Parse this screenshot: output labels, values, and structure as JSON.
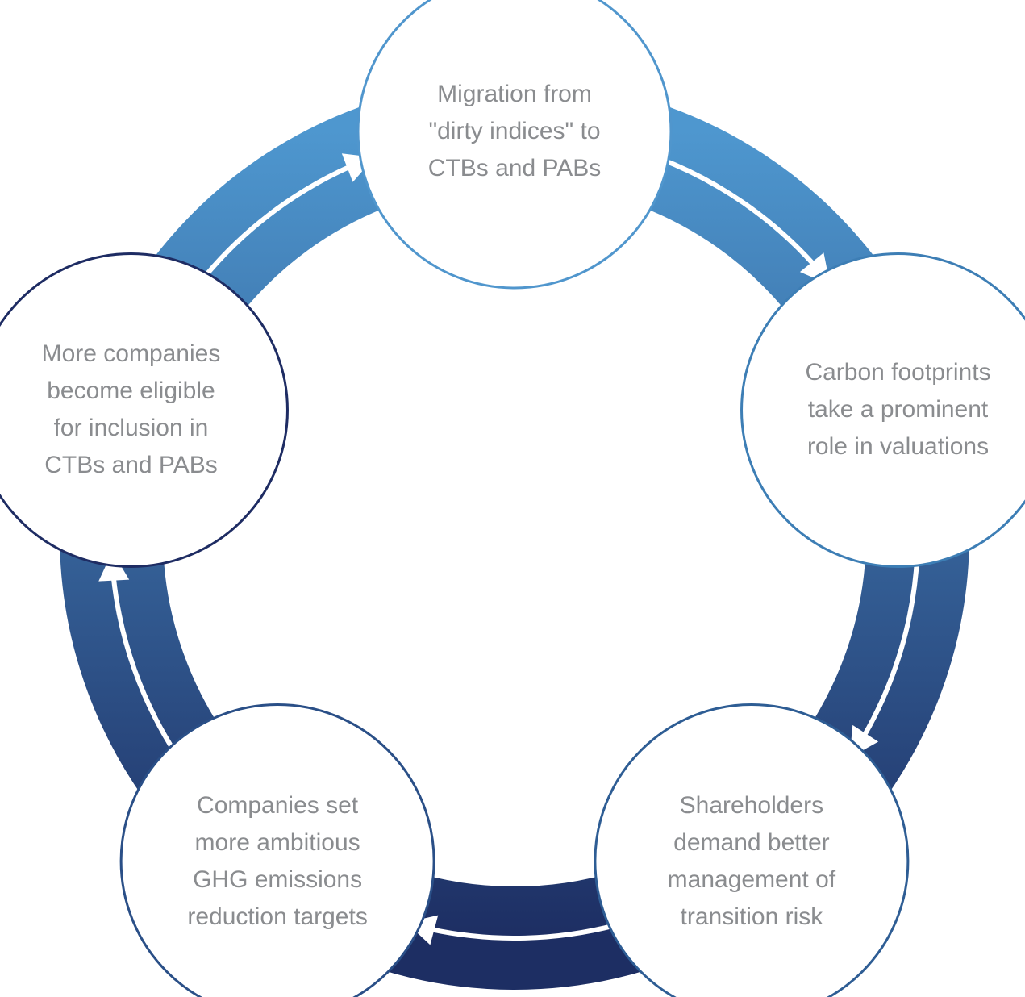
{
  "diagram": {
    "colors": {
      "ring_top": "#4e97cf",
      "ring_bottom": "#1d2e63",
      "arrow": "#ffffff",
      "node_fill": "#ffffff",
      "label_text": "#8a8c8f"
    },
    "nodes": [
      {
        "id": "migration",
        "label": "Migration from\n\"dirty indices\" to\nCTBs and PABs",
        "border_color": "#5096cd"
      },
      {
        "id": "carbon-footprints",
        "label": "Carbon footprints\ntake a prominent\nrole in valuations",
        "border_color": "#3d7eb5"
      },
      {
        "id": "shareholders",
        "label": "Shareholders\ndemand better\nmanagement of\ntransition risk",
        "border_color": "#2e5d94"
      },
      {
        "id": "companies-set",
        "label": "Companies set\nmore ambitious\nGHG emissions\nreduction targets",
        "border_color": "#2a4f87"
      },
      {
        "id": "more-companies",
        "label": "More companies\nbecome eligible\nfor inclusion in\nCTBs and PABs",
        "border_color": "#1e2c63"
      }
    ],
    "flow": [
      {
        "from": "migration",
        "to": "carbon-footprints"
      },
      {
        "from": "carbon-footprints",
        "to": "shareholders"
      },
      {
        "from": "shareholders",
        "to": "companies-set"
      },
      {
        "from": "companies-set",
        "to": "more-companies"
      },
      {
        "from": "more-companies",
        "to": "migration"
      }
    ]
  }
}
